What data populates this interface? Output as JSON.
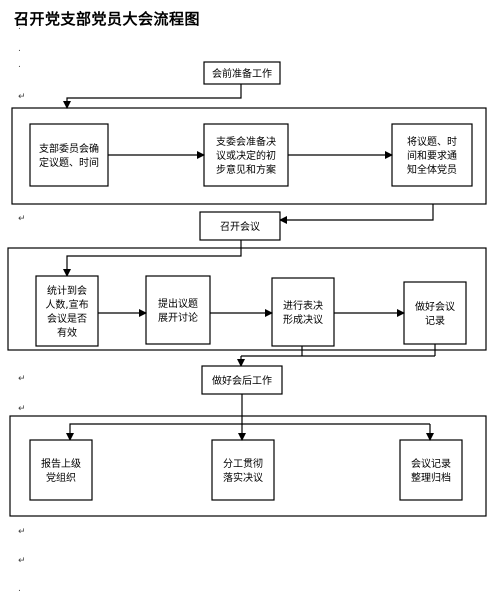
{
  "title": "召开党支部党员大会流程图",
  "margin_mark": "↵",
  "para_mark": ".",
  "pre": {
    "label": "会前准备工作",
    "steps": [
      {
        "id": "pre-1",
        "lines": [
          "支部委员会确",
          "定议题、时间"
        ]
      },
      {
        "id": "pre-2",
        "lines": [
          "支委会准备决",
          "议或决定的初",
          "步意见和方案"
        ]
      },
      {
        "id": "pre-3",
        "lines": [
          "将议题、时",
          "间和要求通",
          "知全体党员"
        ]
      }
    ]
  },
  "meeting": {
    "label": "召开会议",
    "steps": [
      {
        "id": "mtg-1",
        "lines": [
          "统计到会",
          "人数,宣布",
          "会议是否",
          "有效"
        ]
      },
      {
        "id": "mtg-2",
        "lines": [
          "提出议题",
          "展开讨论"
        ]
      },
      {
        "id": "mtg-3",
        "lines": [
          "进行表决",
          "形成决议"
        ]
      },
      {
        "id": "mtg-4",
        "lines": [
          "做好会议",
          "记录"
        ]
      }
    ]
  },
  "post": {
    "label": "做好会后工作",
    "steps": [
      {
        "id": "post-1",
        "lines": [
          "报告上级",
          "党组织"
        ]
      },
      {
        "id": "post-2",
        "lines": [
          "分工贯彻",
          "落实决议"
        ]
      },
      {
        "id": "post-3",
        "lines": [
          "会议记录",
          "整理归档"
        ]
      }
    ]
  },
  "colors": {
    "stroke": "#000000",
    "background": "#ffffff"
  }
}
